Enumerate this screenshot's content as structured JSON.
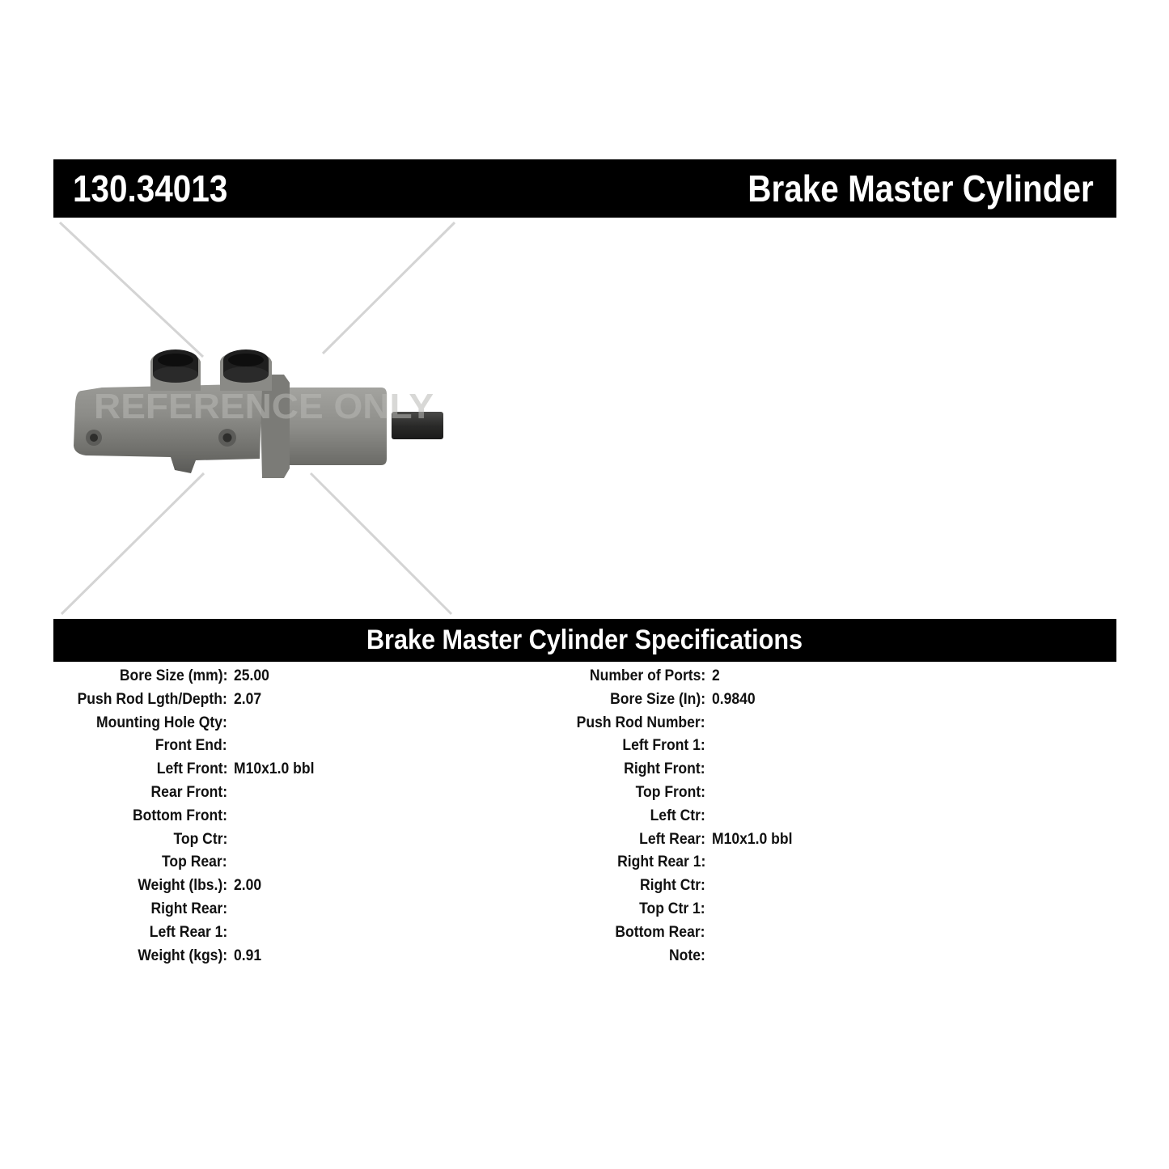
{
  "header": {
    "part_number": "130.34013",
    "product_name": "Brake Master Cylinder"
  },
  "image": {
    "watermark": "REFERENCE ONLY"
  },
  "specs": {
    "title": "Brake Master Cylinder Specifications",
    "left": [
      {
        "label": "Bore Size (mm):",
        "value": "25.00"
      },
      {
        "label": "Push Rod Lgth/Depth:",
        "value": "2.07"
      },
      {
        "label": "Mounting Hole Qty:",
        "value": ""
      },
      {
        "label": "Front End:",
        "value": ""
      },
      {
        "label": "Left Front:",
        "value": "M10x1.0 bbl"
      },
      {
        "label": "Rear Front:",
        "value": ""
      },
      {
        "label": "Bottom Front:",
        "value": ""
      },
      {
        "label": "Top Ctr:",
        "value": ""
      },
      {
        "label": "Top Rear:",
        "value": ""
      },
      {
        "label": "Weight (lbs.):",
        "value": "2.00"
      },
      {
        "label": "Right Rear:",
        "value": ""
      },
      {
        "label": "Left Rear 1:",
        "value": ""
      },
      {
        "label": "Weight (kgs):",
        "value": "0.91"
      }
    ],
    "right": [
      {
        "label": "Number of Ports:",
        "value": "2"
      },
      {
        "label": "Bore Size (In):",
        "value": "0.9840"
      },
      {
        "label": "Push Rod Number:",
        "value": ""
      },
      {
        "label": "Left Front 1:",
        "value": ""
      },
      {
        "label": "Right Front:",
        "value": ""
      },
      {
        "label": "Top Front:",
        "value": ""
      },
      {
        "label": "Left Ctr:",
        "value": ""
      },
      {
        "label": "Left Rear:",
        "value": "M10x1.0 bbl"
      },
      {
        "label": "Right Rear 1:",
        "value": ""
      },
      {
        "label": "Right Ctr:",
        "value": ""
      },
      {
        "label": "Top Ctr 1:",
        "value": ""
      },
      {
        "label": "Bottom Rear:",
        "value": ""
      },
      {
        "label": "Note:",
        "value": ""
      }
    ]
  }
}
